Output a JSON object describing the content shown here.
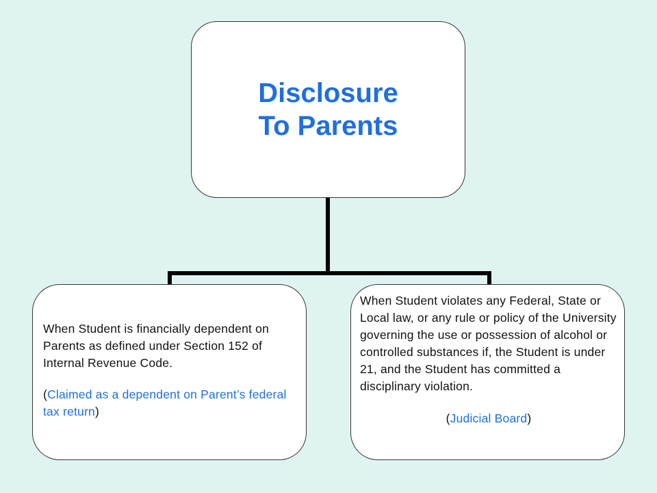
{
  "root": {
    "title_line1": "Disclosure",
    "title_line2": "To Parents"
  },
  "children": [
    {
      "text": "When Student is financially dependent on Parents as defined under Section 152 of Internal Revenue Code.",
      "note_open": "(",
      "note": "Claimed as a dependent on Parent’s federal tax return",
      "note_close": ")"
    },
    {
      "text": "When Student violates any Federal, State or Local law, or any rule or policy of the University governing the use or possession of alcohol or controlled substances if, the Student is under 21, and the Student has committed a disciplinary violation.",
      "note_open": "(",
      "note": "Judicial Board",
      "note_close": ")"
    }
  ],
  "colors": {
    "background": "#dff4f0",
    "title": "#1f6fe0",
    "note_accent": "#1f6fe0",
    "connector": "#000000"
  }
}
